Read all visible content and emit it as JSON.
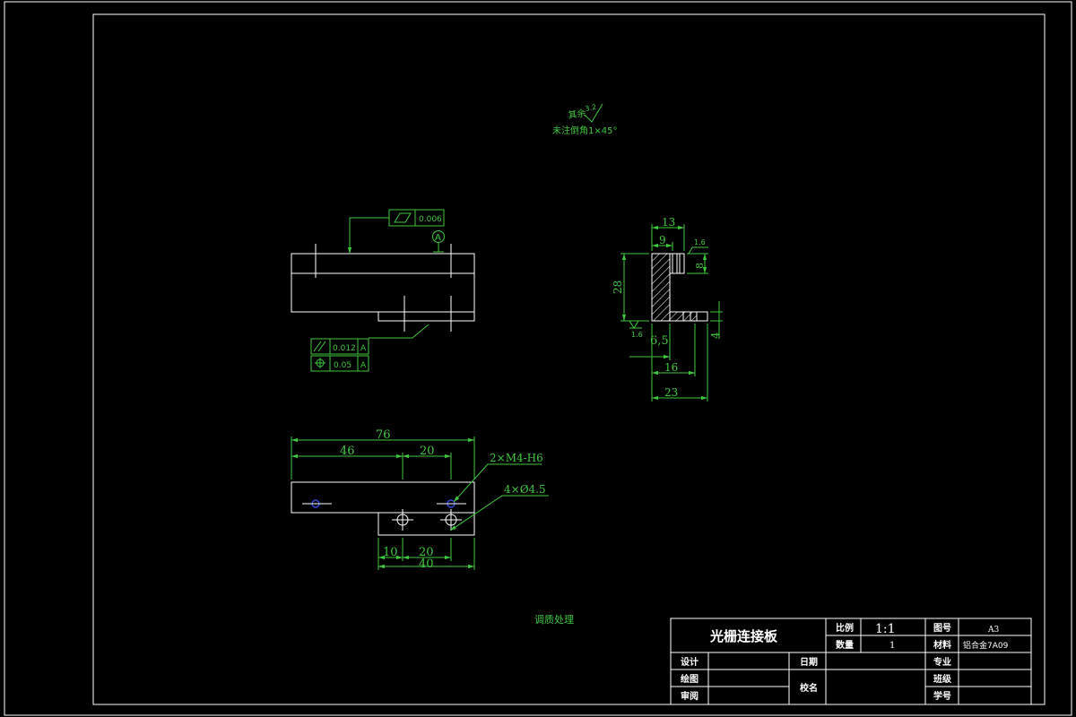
{
  "notes": {
    "roughness_other": "其余",
    "roughness_value": "3.2",
    "chamfer_note": "未注倒角1×45°",
    "heat_treatment": "调质处理"
  },
  "gdt": {
    "flatness_tol": "0.006",
    "datum_label": "A",
    "parallel_tol": "0.012",
    "parallel_datum": "A",
    "position_tol": "0.05",
    "position_datum": "A"
  },
  "dimensions": {
    "side_view": {
      "w13": "13",
      "w9": "9",
      "h28": "28",
      "h8": "8",
      "d6_5": "6,5",
      "w16": "16",
      "w23": "23",
      "h4": "4",
      "roughness_1": "1.6",
      "roughness_2": "1.6"
    },
    "top_view": {
      "d76": "76",
      "d46": "46",
      "d20_top": "20",
      "d10": "10",
      "d20_bottom": "20",
      "d40": "40",
      "thread_callout": "2×M4-H6",
      "hole_callout": "4×Ø4.5"
    }
  },
  "title_block": {
    "part_name": "光栅连接板",
    "scale_label": "比例",
    "scale_value": "1:1",
    "drawing_no_label": "图号",
    "drawing_no_value": "A3",
    "quantity_label": "数量",
    "quantity_value": "1",
    "material_label": "材料",
    "material_value": "铝合金7A09",
    "designer_label": "设计",
    "drafter_label": "绘图",
    "reviewer_label": "审阅",
    "date_label": "日期",
    "school_label": "校名",
    "major_label": "专业",
    "class_label": "班级",
    "student_no_label": "学号"
  },
  "colors": {
    "background": "#000000",
    "geometry": "#ffffff",
    "annotation": "#3fc83f",
    "hole_marker": "#3a55ff"
  }
}
